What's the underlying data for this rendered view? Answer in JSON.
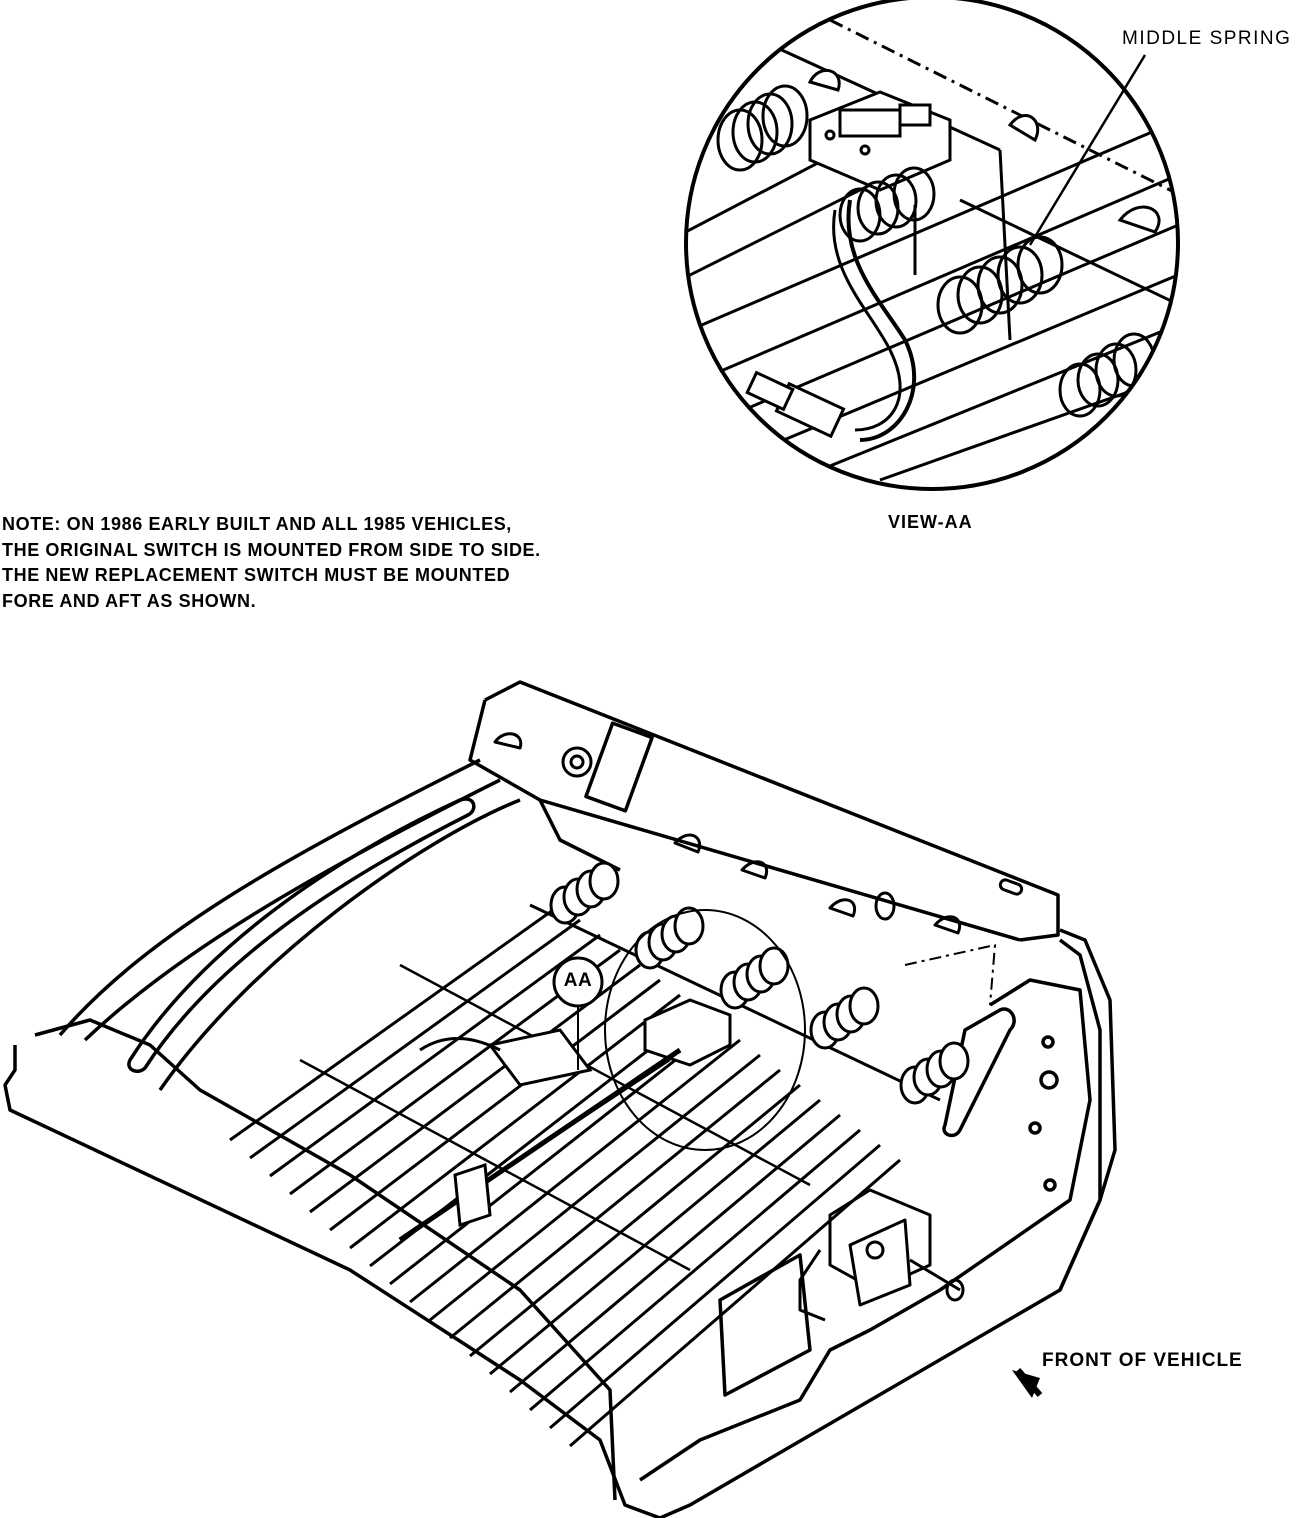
{
  "labels": {
    "middle_spring": "MIDDLE SPRING",
    "view_aa": "VIEW-AA",
    "callout_aa": "AA",
    "front_of_vehicle": "FRONT OF VEHICLE"
  },
  "note": {
    "lines": [
      "NOTE: ON 1986 EARLY BUILT AND ALL 1985 VEHICLES,",
      "THE ORIGINAL SWITCH IS MOUNTED FROM SIDE TO SIDE.",
      "THE NEW REPLACEMENT SWITCH MUST BE MOUNTED",
      "FORE AND AFT AS SHOWN."
    ]
  },
  "colors": {
    "ink": "#000000",
    "paper": "#ffffff"
  }
}
